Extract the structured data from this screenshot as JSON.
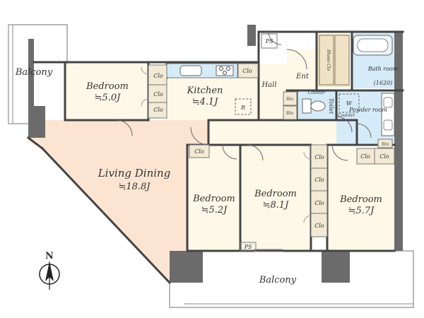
{
  "rooms": {
    "living_dining": {
      "name": "Living Dining",
      "size": "≒18.8J"
    },
    "bedroom_nw": {
      "name": "Bedroom",
      "size": "≒5.0J"
    },
    "kitchen": {
      "name": "Kitchen",
      "size": "≒4.1J"
    },
    "bedroom_center": {
      "name": "Bedroom",
      "size": "≒5.2J"
    },
    "bedroom_large": {
      "name": "Bedroom",
      "size": "≒8.1J"
    },
    "bedroom_east": {
      "name": "Bedroom",
      "size": "≒5.7J"
    },
    "hall": {
      "name": "Hall"
    },
    "entrance": {
      "name": "Ent"
    },
    "toilet": {
      "name": "Toilet"
    },
    "powder_room": {
      "name": "Powder room"
    },
    "bath_room": {
      "name": "Bath room",
      "note": "(1620)"
    },
    "balcony_west": {
      "name": "Balcony"
    },
    "balcony_south": {
      "name": "Balcony"
    }
  },
  "fixtures": {
    "closet": "Clo",
    "storage": "Sto",
    "shoe_closet": "Shoes Clo",
    "pipe_space": "PS",
    "refrigerator": "R",
    "washer": "W",
    "counter": "Counter"
  },
  "compass": {
    "label": "N"
  },
  "colors": {
    "living_floor": "#fbe5d2",
    "room_floor": "#fdf8e8",
    "wet_area": "#d6ebf8",
    "storage_floor": "#efe3c6",
    "structure": "#6b6b6b",
    "wall": "#444444"
  }
}
